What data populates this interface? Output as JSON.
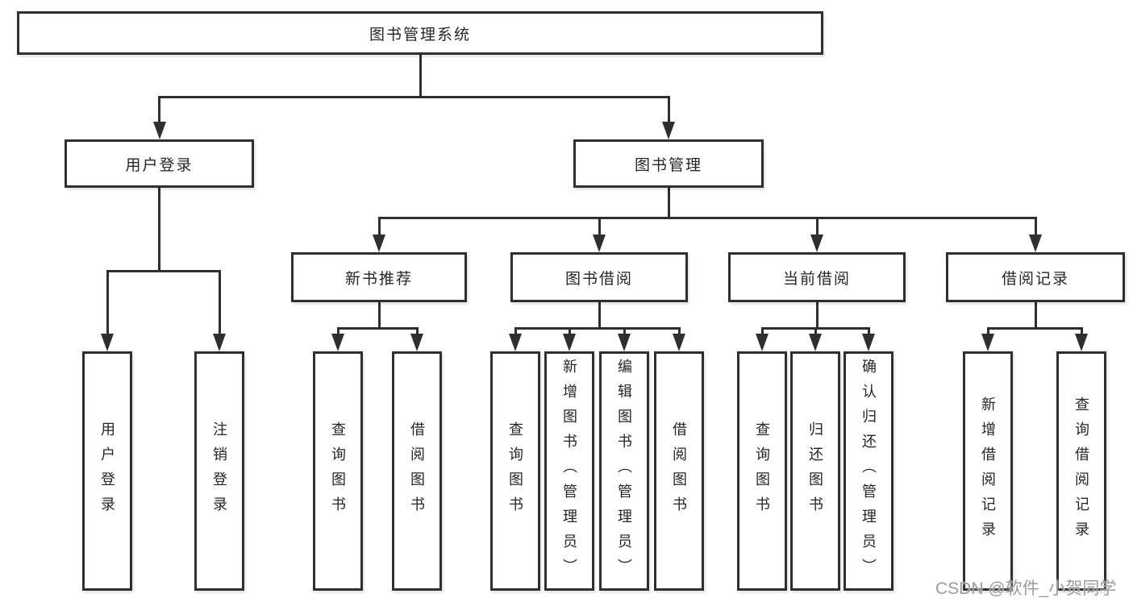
{
  "diagram_title": "图书管理系统",
  "tree": {
    "label": "图书管理系统",
    "children": [
      {
        "label": "用户登录",
        "children": [
          {
            "label": "用户登录"
          },
          {
            "label": "注销登录"
          }
        ]
      },
      {
        "label": "图书管理",
        "children": [
          {
            "label": "新书推荐",
            "children": [
              {
                "label": "查询图书"
              },
              {
                "label": "借阅图书"
              }
            ]
          },
          {
            "label": "图书借阅",
            "children": [
              {
                "label": "查询图书"
              },
              {
                "label": "新增图书（管理员）"
              },
              {
                "label": "编辑图书（管理员）"
              },
              {
                "label": "借阅图书"
              }
            ]
          },
          {
            "label": "当前借阅",
            "children": [
              {
                "label": "查询图书"
              },
              {
                "label": "归还图书"
              },
              {
                "label": "确认归还（管理员）"
              }
            ]
          },
          {
            "label": "借阅记录",
            "children": [
              {
                "label": "新增借阅记录"
              },
              {
                "label": "查询借阅记录"
              }
            ]
          }
        ]
      }
    ]
  },
  "watermark": {
    "text": "CSDN @软件_小贺同学"
  },
  "colors": {
    "line": "#2f2f2f",
    "box_border": "#2f2f2f",
    "box_fill": "#ffffff",
    "text": "#262626",
    "watermark": "#9b9b9b",
    "background": "#ffffff"
  }
}
